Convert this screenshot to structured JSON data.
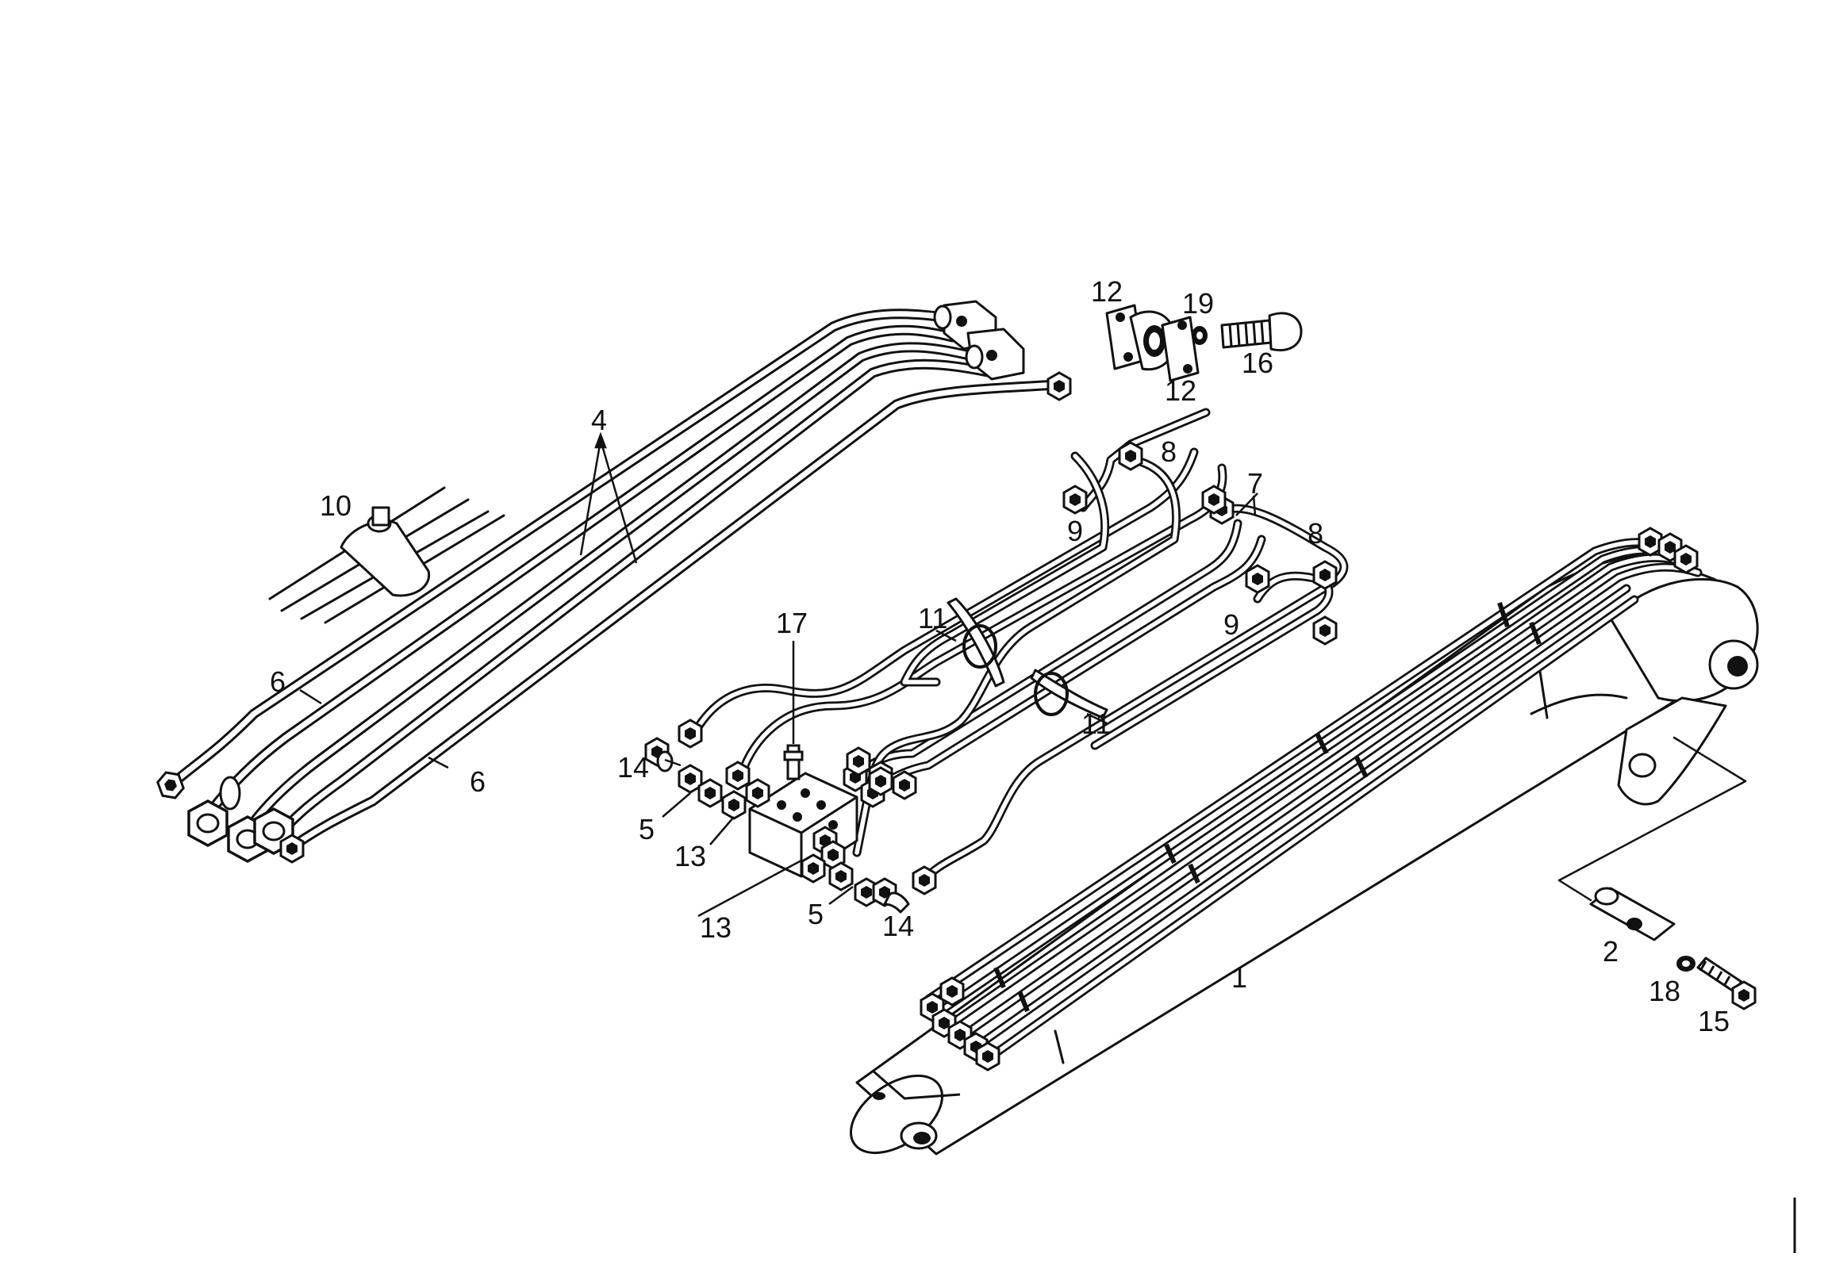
{
  "diagram": {
    "labels": [
      {
        "id": "label-1",
        "text": "1"
      },
      {
        "id": "label-2",
        "text": "2"
      },
      {
        "id": "label-4",
        "text": "4"
      },
      {
        "id": "label-5a",
        "text": "5"
      },
      {
        "id": "label-5b",
        "text": "5"
      },
      {
        "id": "label-6a",
        "text": "6"
      },
      {
        "id": "label-6b",
        "text": "6"
      },
      {
        "id": "label-7",
        "text": "7"
      },
      {
        "id": "label-8a",
        "text": "8"
      },
      {
        "id": "label-8b",
        "text": "8"
      },
      {
        "id": "label-9a",
        "text": "9"
      },
      {
        "id": "label-9b",
        "text": "9"
      },
      {
        "id": "label-10",
        "text": "10"
      },
      {
        "id": "label-11a",
        "text": "11"
      },
      {
        "id": "label-11b",
        "text": "11"
      },
      {
        "id": "label-12a",
        "text": "12"
      },
      {
        "id": "label-12b",
        "text": "12"
      },
      {
        "id": "label-13a",
        "text": "13"
      },
      {
        "id": "label-13b",
        "text": "13"
      },
      {
        "id": "label-14a",
        "text": "14"
      },
      {
        "id": "label-14b",
        "text": "14"
      },
      {
        "id": "label-15",
        "text": "15"
      },
      {
        "id": "label-16",
        "text": "16"
      },
      {
        "id": "label-17",
        "text": "17"
      },
      {
        "id": "label-18",
        "text": "18"
      },
      {
        "id": "label-19",
        "text": "19"
      }
    ]
  }
}
